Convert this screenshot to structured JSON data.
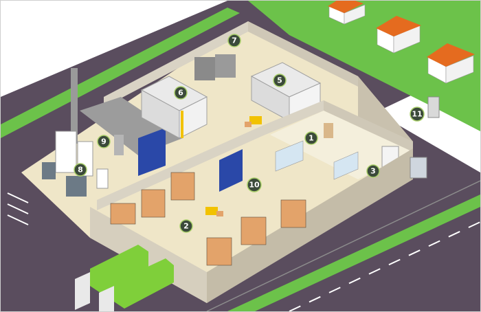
{
  "colors": {
    "road": "#5a4d5e",
    "road_line": "#ffffff",
    "grass": "#6cc24a",
    "floor": "#efe6c8",
    "wall": "#d9d3c4",
    "wall_top": "#b9b2a2",
    "marker_fill": "#3b4a3a",
    "marker_ring": "#a9cf6a",
    "truck_cab": "#e9e9e9",
    "truck_box": "#7fcf3a",
    "roof": "#e56b1f",
    "door_blue": "#2a48a8",
    "shelf_box": "#e3a36a"
  },
  "markers": [
    {
      "id": "marker-1",
      "label": "1"
    },
    {
      "id": "marker-2",
      "label": "2"
    },
    {
      "id": "marker-3",
      "label": "3"
    },
    {
      "id": "marker-5",
      "label": "5"
    },
    {
      "id": "marker-6",
      "label": "6"
    },
    {
      "id": "marker-7",
      "label": "7"
    },
    {
      "id": "marker-8",
      "label": "8"
    },
    {
      "id": "marker-9",
      "label": "9"
    },
    {
      "id": "marker-10",
      "label": "10"
    },
    {
      "id": "marker-11",
      "label": "11"
    }
  ]
}
